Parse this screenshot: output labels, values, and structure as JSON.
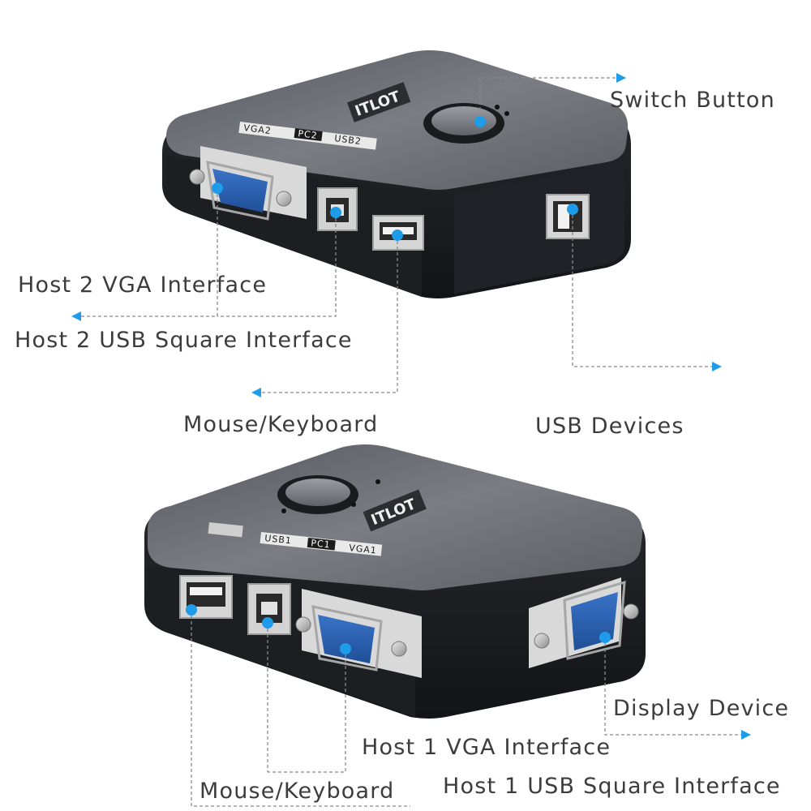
{
  "callouts": {
    "switch_button": "Switch Button",
    "host2_vga": "Host 2 VGA Interface",
    "host2_usb_square": "Host 2 USB Square Interface",
    "mouse_keyboard_top": "Mouse/Keyboard",
    "usb_devices": "USB Devices",
    "display_device": "Display Device",
    "host1_vga": "Host 1 VGA Interface",
    "mouse_keyboard_bottom": "Mouse/Keyboard",
    "host1_usb_square": "Host 1 USB Square Interface"
  },
  "device_top": {
    "port_label_vga": "VGA2",
    "port_label_pc": "PC2",
    "port_label_usb": "USB2",
    "logo_text": "ITLOT"
  },
  "device_bottom": {
    "port_label_usb": "USB1",
    "port_label_pc": "PC1",
    "port_label_vga": "VGA1",
    "logo_text": "ITLOT"
  },
  "colors": {
    "callout_dot": "#1e9be9",
    "leader_line": "#8a8a8a",
    "vga_port": "#2d63b4",
    "device_body": "#1f2126",
    "device_top_face": "#6b6e74"
  }
}
